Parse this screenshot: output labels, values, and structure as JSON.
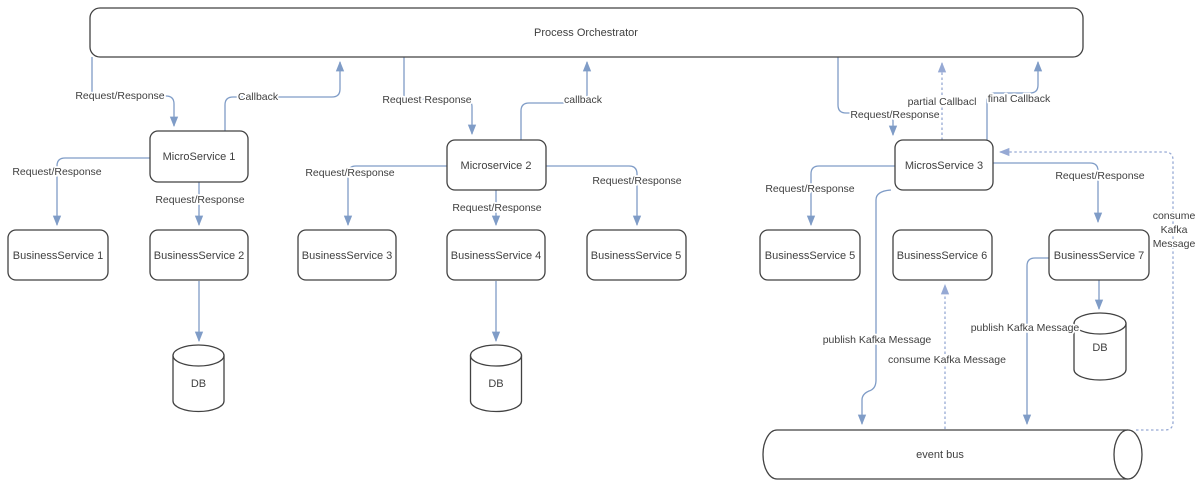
{
  "diagram": {
    "nodes": {
      "orchestrator": "Process Orchestrator",
      "ms1": "MicroService 1",
      "ms2": "Microservice 2",
      "ms3": "MicrosService 3",
      "bs1": "BusinessService 1",
      "bs2": "BusinessService 2",
      "bs3": "BusinessService 3",
      "bs4": "BusinessService 4",
      "bs5_mid": "BusinessService 5",
      "bs5_right": "BusinessService 5",
      "bs6": "BusinessService 6",
      "bs7": "BusinessService 7",
      "db1": "DB",
      "db2": "DB",
      "db3": "DB",
      "event_bus": "event bus"
    },
    "edges": {
      "orch_to_ms1": "Request/Response",
      "ms1_to_orch": "Callback",
      "orch_to_ms2": "Request Response",
      "ms2_to_orch": "callback",
      "orch_to_ms3": "Request/Response",
      "ms3_partial_callback": "partial Callbacl",
      "ms3_final_callback": "final Callback",
      "ms1_to_bs1": "Request/Response",
      "ms1_to_bs2": "Request/Response",
      "ms2_to_bs3": "Request/Response",
      "ms2_to_bs4": "Request/Response",
      "ms2_to_bs5": "Request/Response",
      "ms3_to_bs5": "Request/Response",
      "ms3_to_bs7": "Request/Response",
      "ms3_publish_kafka": "publish Kafka Message",
      "bs6_consume_kafka": "consume Kafka Message",
      "bs7_publish_kafka": "publish Kafka Message",
      "consume_right": [
        "consume",
        "Kafka",
        "Message"
      ]
    },
    "colors": {
      "line": "#7f9cc7",
      "dashed_line": "#96a9d4",
      "node_border": "#424242",
      "text": "#3f3f3f",
      "background": "#ffffff"
    }
  }
}
